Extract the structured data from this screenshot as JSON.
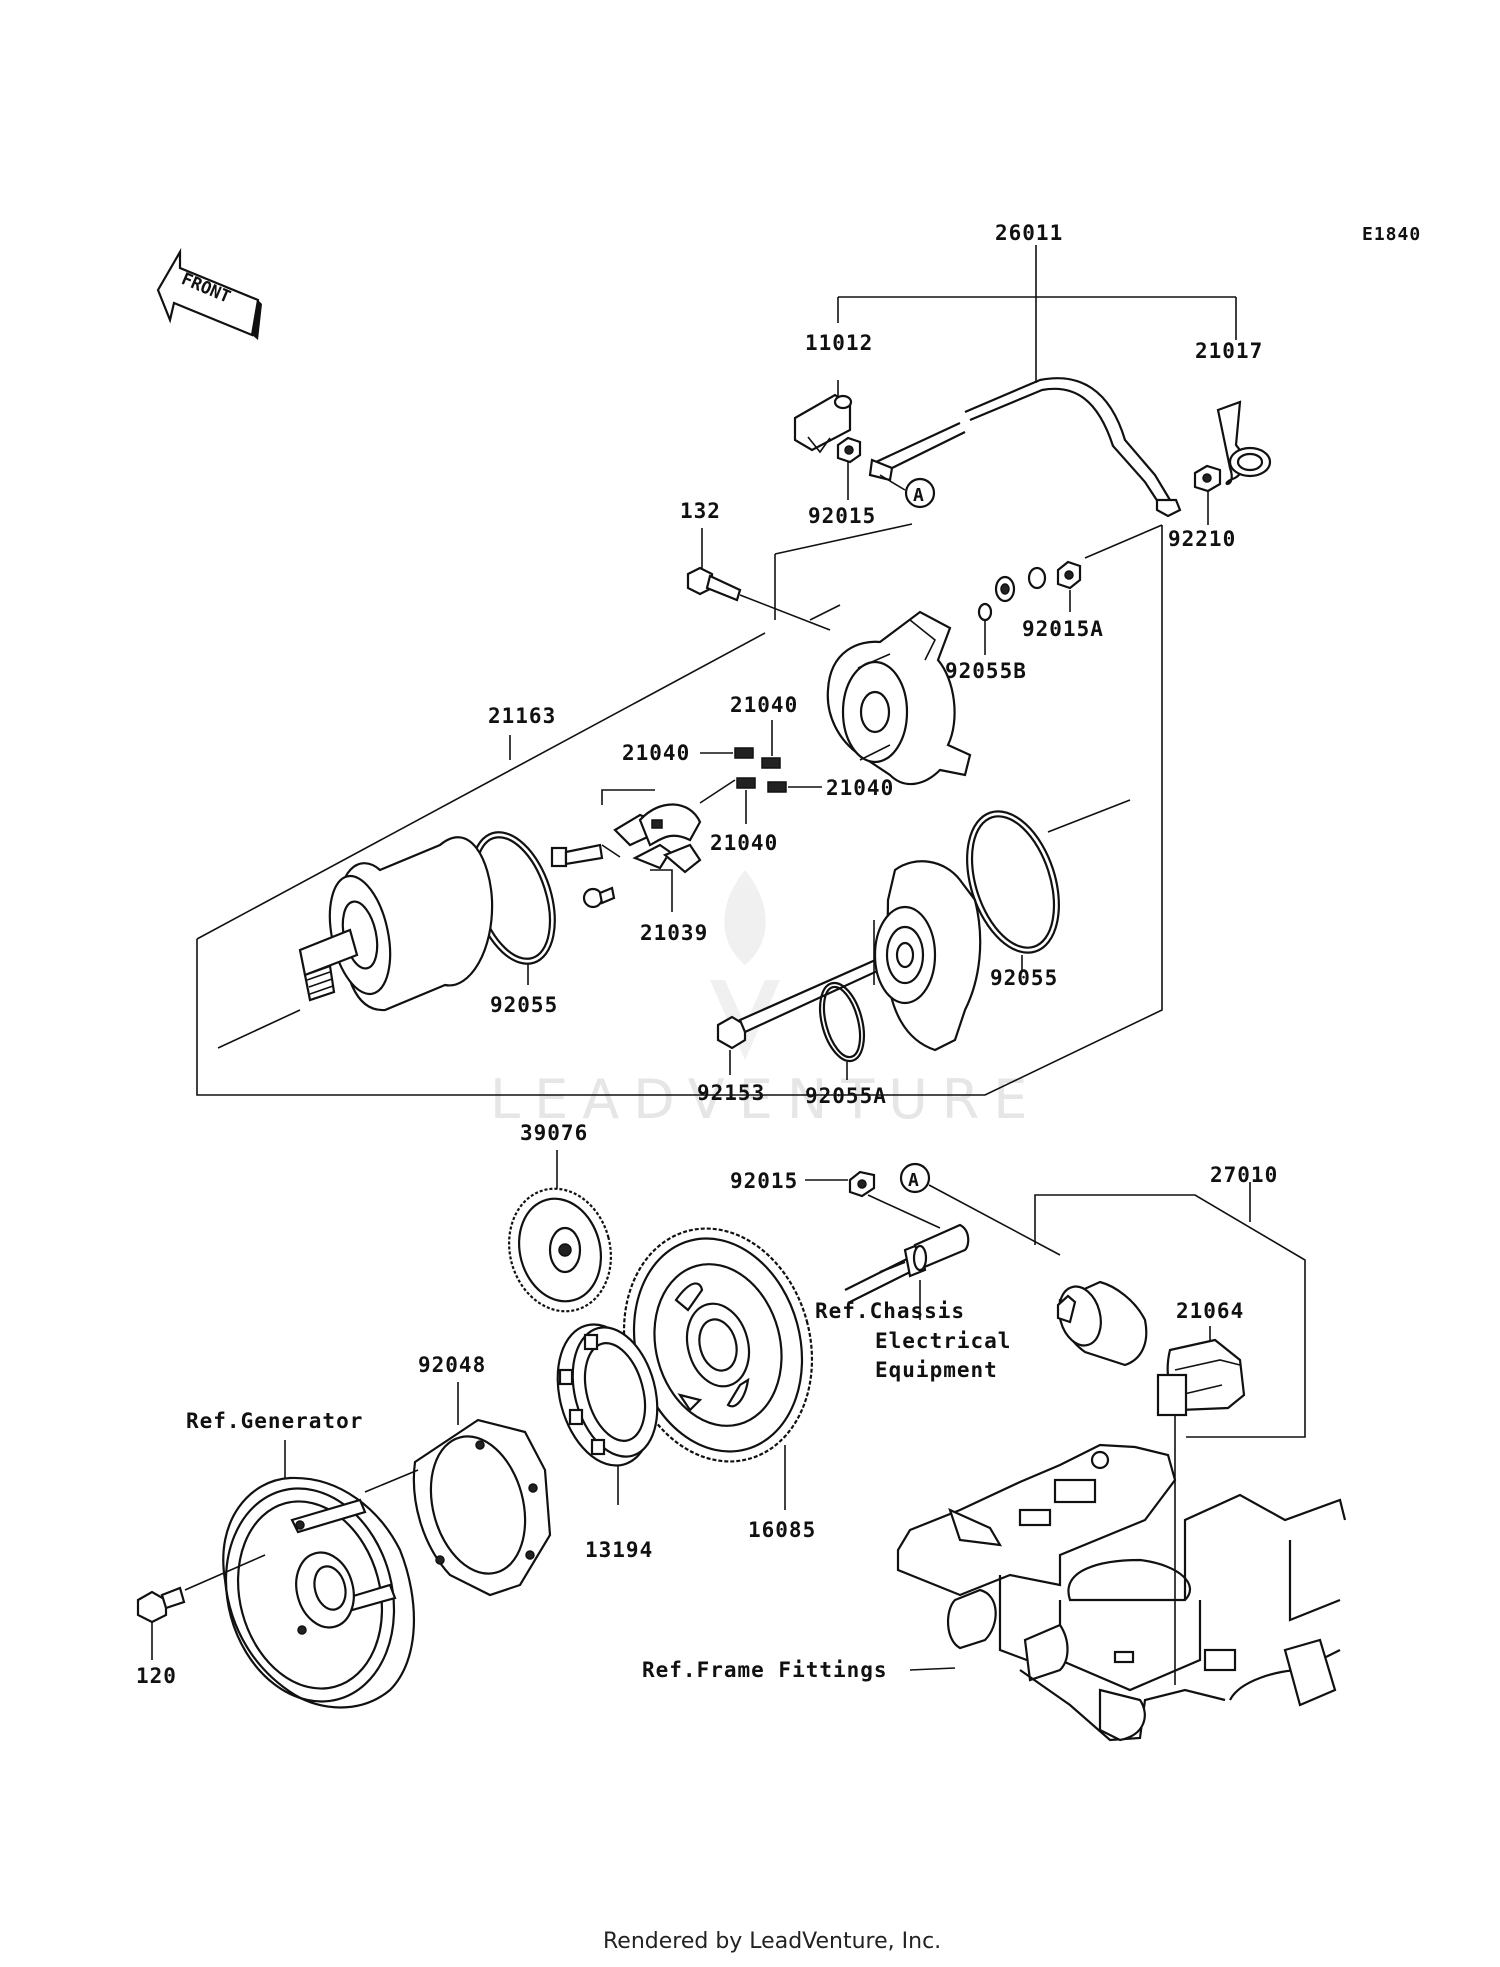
{
  "diagram": {
    "code": "E1840",
    "front_arrow_label": "FRONT",
    "callouts": {
      "c26011": "26011",
      "c11012": "11012",
      "c21017": "21017",
      "c92015_top": "92015",
      "c92210": "92210",
      "c132": "132",
      "c92015A": "92015A",
      "c92055B": "92055B",
      "c21163": "21163",
      "c21040_a": "21040",
      "c21040_b": "21040",
      "c21040_c": "21040",
      "c21040_d": "21040",
      "c21039": "21039",
      "c92055_left": "92055",
      "c92055_right": "92055",
      "c92153": "92153",
      "c92055A": "92055A",
      "c39076": "39076",
      "c92015_mid": "92015",
      "c27010": "27010",
      "c21064": "21064",
      "c92048": "92048",
      "c13194": "13194",
      "c16085": "16085",
      "c120": "120"
    },
    "connector_marks": {
      "upper": "A",
      "lower": "A"
    },
    "references": {
      "chassis_line1": "Ref.Chassis",
      "chassis_line2": "Electrical",
      "chassis_line3": "Equipment",
      "generator": "Ref.Generator",
      "frame": "Ref.Frame Fittings"
    },
    "watermark": "LEADVENTURE",
    "footer": "Rendered by LeadVenture, Inc."
  }
}
